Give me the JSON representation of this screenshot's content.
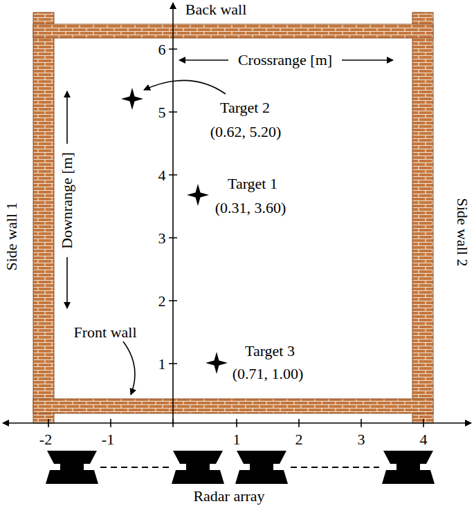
{
  "diagram": {
    "labels": [
      "Back wall",
      "Crossrange [m]",
      "Downrange [m]",
      "Side wall 1",
      "Side wall 2",
      "Front wall",
      "Target 2",
      "(0.62, 5.20)",
      "Target 1",
      "(0.31, 3.60)",
      "Target 3",
      "(0.71, 1.00)",
      "1",
      "2",
      "3",
      "4",
      "5",
      "6",
      "-2",
      "-1",
      "1",
      "2",
      "3",
      "4",
      "Radar array"
    ]
  }
}
